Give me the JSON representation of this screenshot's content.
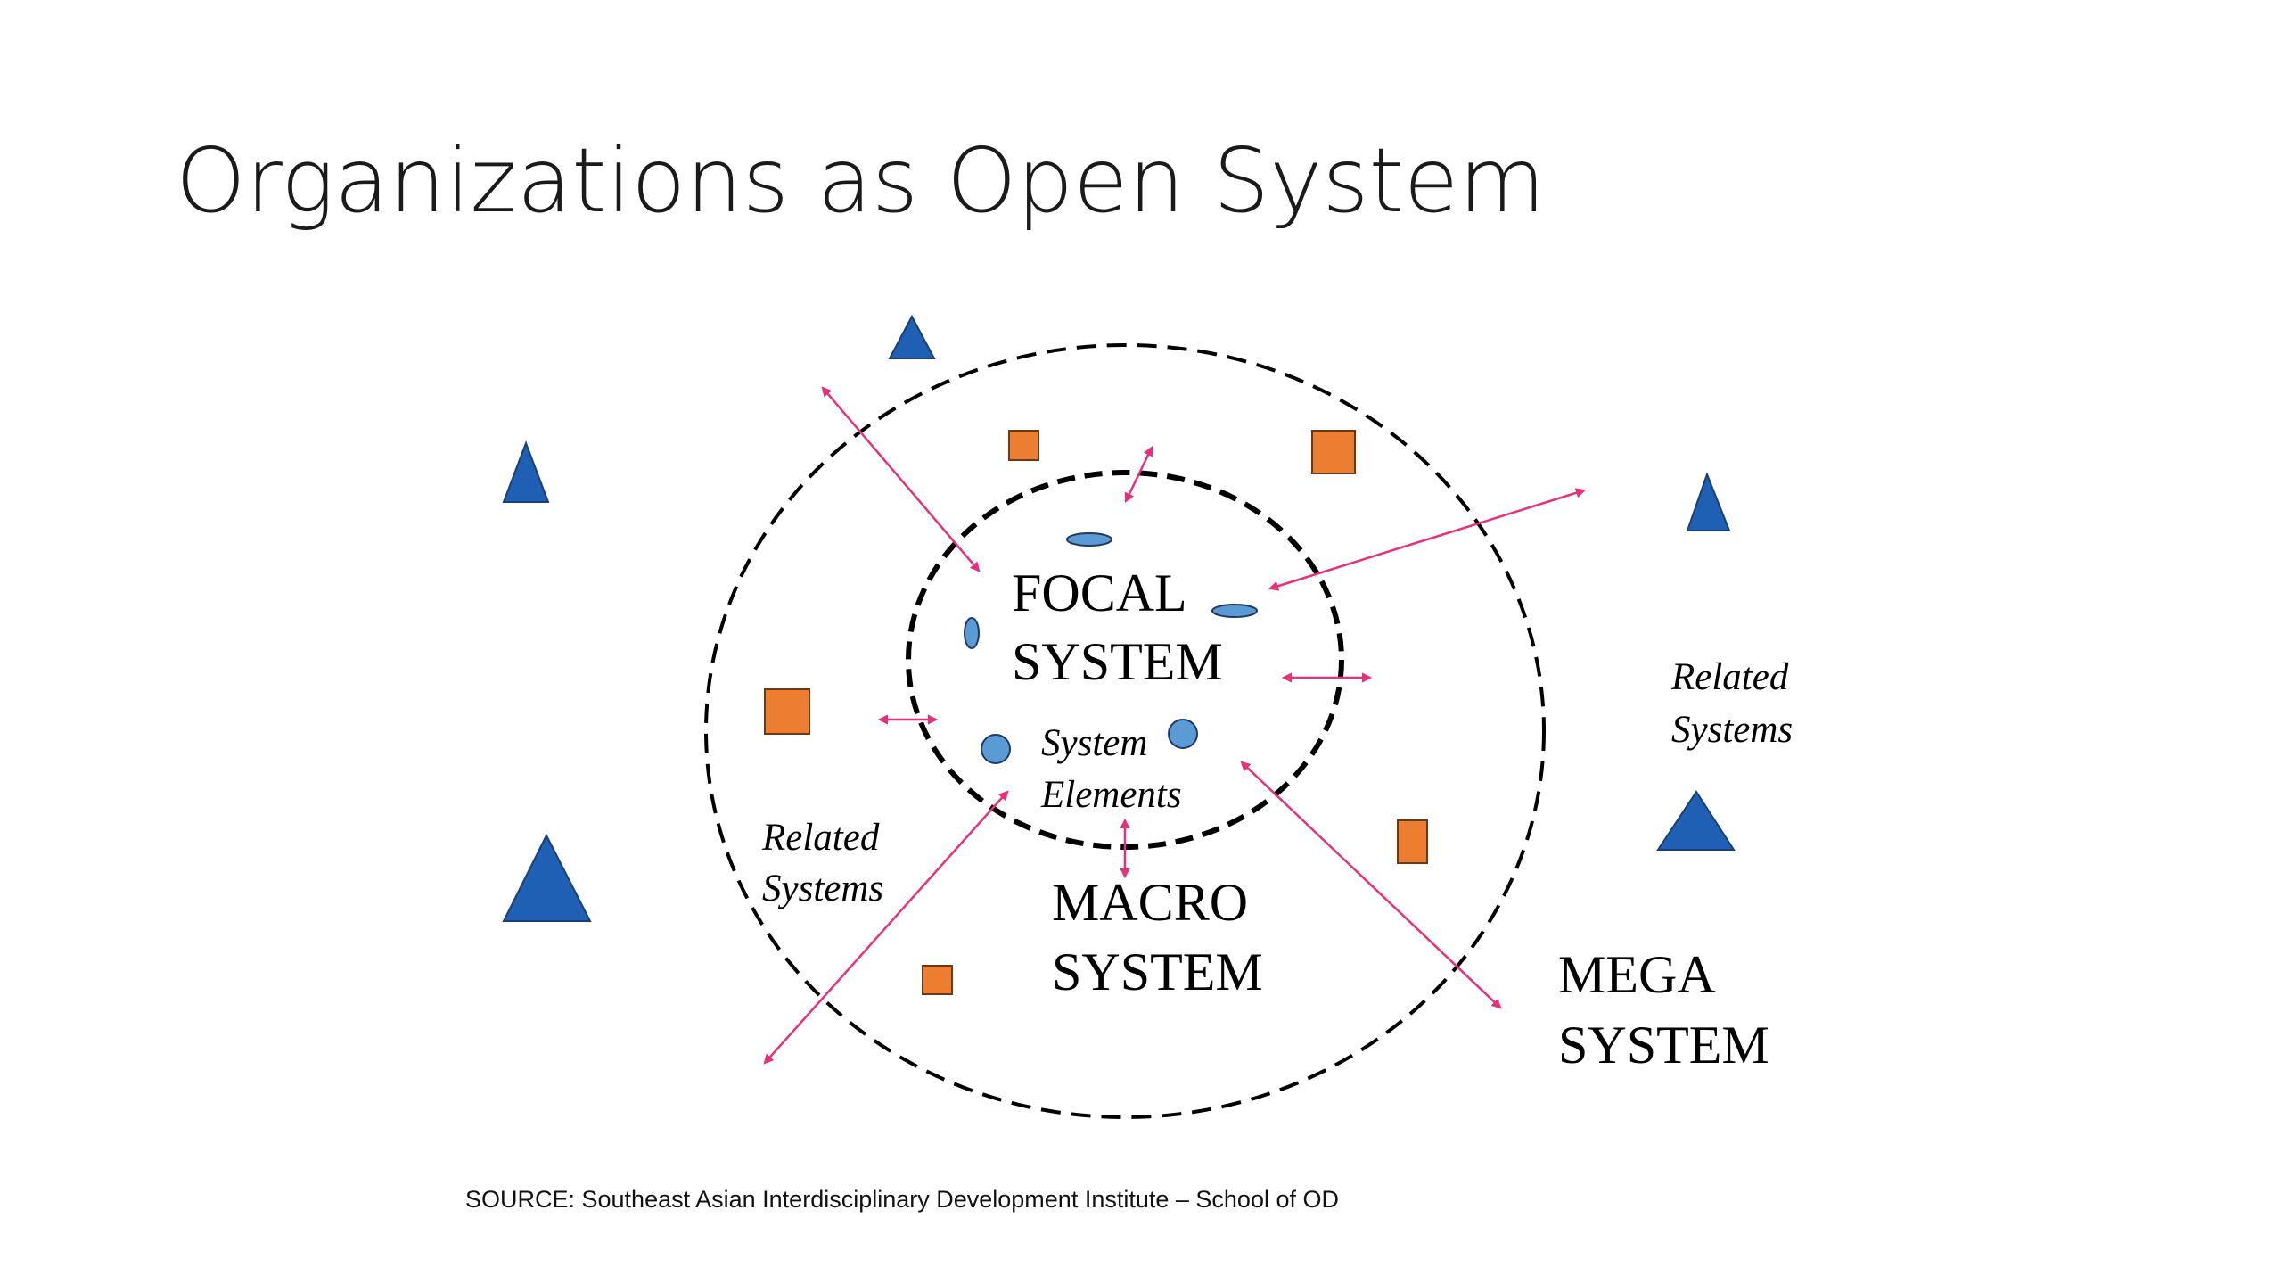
{
  "slide": {
    "title": "Organizations as Open System",
    "source": "SOURCE:  Southeast Asian Interdisciplinary Development Institute – School of OD"
  },
  "diagram": {
    "focal_line1": "FOCAL",
    "focal_line2": "SYSTEM",
    "elements_line1": "System",
    "elements_line2": "Elements",
    "macro_line1": "MACRO",
    "macro_line2": "SYSTEM",
    "mega_line1": "MEGA",
    "mega_line2": "SYSTEM",
    "related_left_line1": "Related",
    "related_left_line2": "Systems",
    "related_right_line1": "Related",
    "related_right_line2": "Systems"
  },
  "colors": {
    "triangle": "#1f5fb4",
    "square": "#ed7d31",
    "element": "#5b9bd5",
    "arrow": "#e8307a",
    "boundary": "#000000"
  }
}
